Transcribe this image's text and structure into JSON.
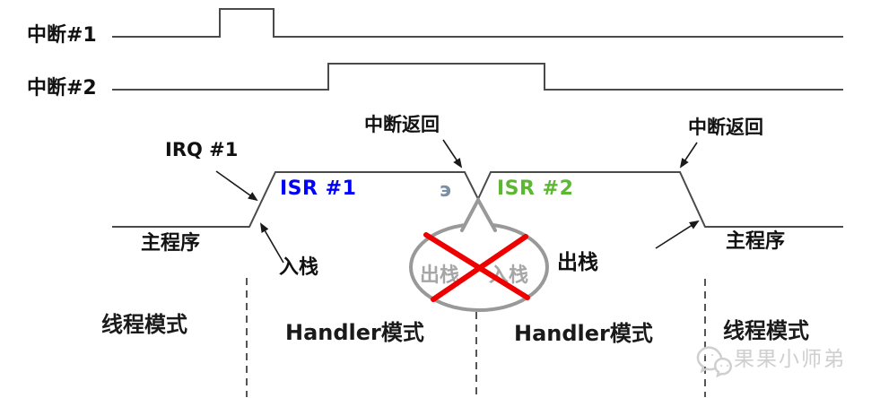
{
  "diagram": {
    "title_implied": "interrupt-tail-chaining-timing-diagram",
    "signals": [
      {
        "label": "中断#1"
      },
      {
        "label": "中断#2"
      }
    ],
    "annotations": {
      "irq1": "IRQ #1",
      "interrupt_return_1": "中断返回",
      "interrupt_return_2": "中断返回",
      "isr1": "ISR #1",
      "isr2": "ISR #2",
      "artifact_char": "э",
      "main_program_left": "主程序",
      "main_program_right": "主程序",
      "push_stack": "入栈",
      "pop_stack": "出栈",
      "bubble_pop_stack": "出栈",
      "bubble_push_stack": "入栈"
    },
    "modes": [
      {
        "label": "线程模式"
      },
      {
        "label": "Handler模式"
      },
      {
        "label": "Handler模式"
      },
      {
        "label": "线程模式"
      }
    ],
    "watermark": "果果小师弟",
    "colors": {
      "signal_line": "#4a4a4a",
      "isr1_text": "#0000ff",
      "isr2_text": "#5cb832",
      "cross": "#ee0000",
      "bubble_outline": "#999999",
      "bubble_text": "#a6a6a6",
      "artifact_text": "#7b8fa5",
      "watermark_text": "#cfcfcf"
    }
  }
}
